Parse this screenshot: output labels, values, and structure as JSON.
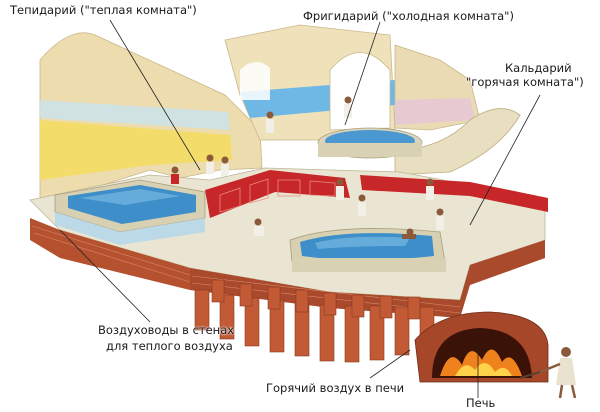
{
  "labels": {
    "tepidarium": "Тепидарий (\"теплая комната\")",
    "frigidarium": "Фригидарий (\"холодная комната\")",
    "caldarium_1": "Кальдарий",
    "caldarium_2": "\"горячая комната\")",
    "ducts_1": "Воздуховоды в стенах",
    "ducts_2": "для теплого воздуха",
    "hot_air": "Горячий воздух в печи",
    "furnace": "Печь"
  },
  "colors": {
    "floor": "#eae5d2",
    "wall_cream": "#ecdcae",
    "wall_yellow": "#f3dc6a",
    "wall_blue": "#b6d8ea",
    "water": "#3d8ec9",
    "water_light": "#6fb4e0",
    "red_wall": "#c8272a",
    "brick": "#b5512f",
    "fire": "#f0821e"
  }
}
